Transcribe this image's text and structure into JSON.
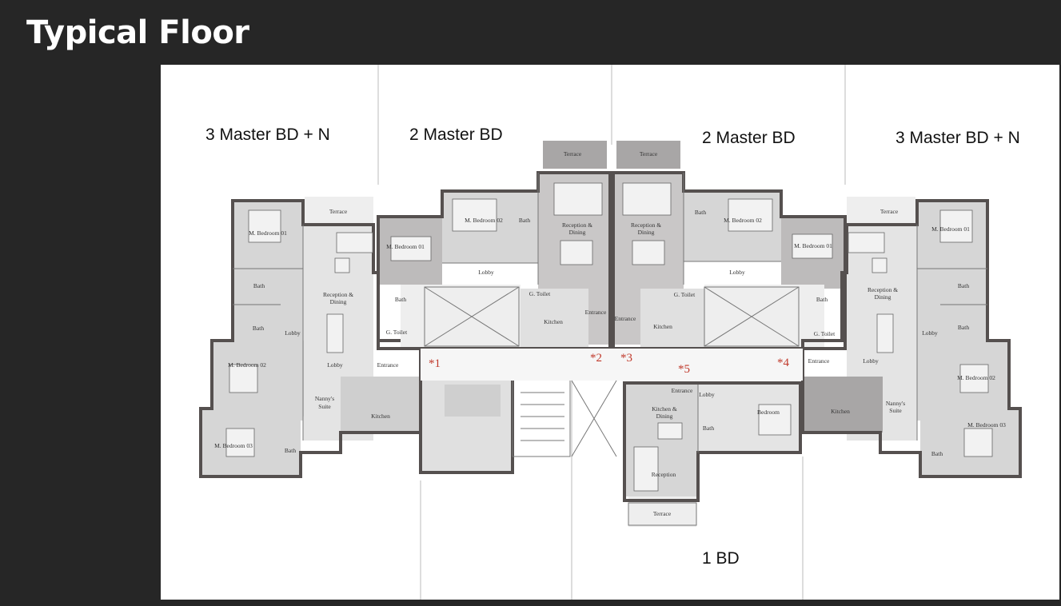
{
  "title": "Typical Floor",
  "units": [
    {
      "id": "unit-1",
      "label": "3 Master BD + N"
    },
    {
      "id": "unit-2",
      "label": "2 Master BD"
    },
    {
      "id": "unit-3",
      "label": "2 Master BD"
    },
    {
      "id": "unit-4",
      "label": "3 Master BD + N"
    },
    {
      "id": "unit-5",
      "label": "1 BD"
    }
  ],
  "core_marks": [
    "*1",
    "*2",
    "*3",
    "*4",
    "*5"
  ],
  "rooms": {
    "terrace": "Terrace",
    "m_bedroom_01": "M. Bedroom 01",
    "m_bedroom_02": "M. Bedroom 02",
    "m_bedroom_03": "M. Bedroom 03",
    "bath": "Bath",
    "reception_dining_1": "Reception &",
    "reception_dining_2": "Dining",
    "kitchen_dining_1": "Kitchen &",
    "kitchen_dining_2": "Dining",
    "lobby": "Lobby",
    "entrance": "Entrance",
    "g_toilet": "G. Toilet",
    "nannys_suite_1": "Nanny's",
    "nannys_suite_2": "Suite",
    "kitchen": "Kitchen",
    "bedroom": "Bedroom",
    "reception": "Reception"
  },
  "colors": {
    "background": "#262626",
    "panel": "#ffffff",
    "wall": "#55504f",
    "room_fill": "#dcdcdc",
    "dark_fill": "#a8a6a6",
    "core_mark": "#c0392b"
  }
}
